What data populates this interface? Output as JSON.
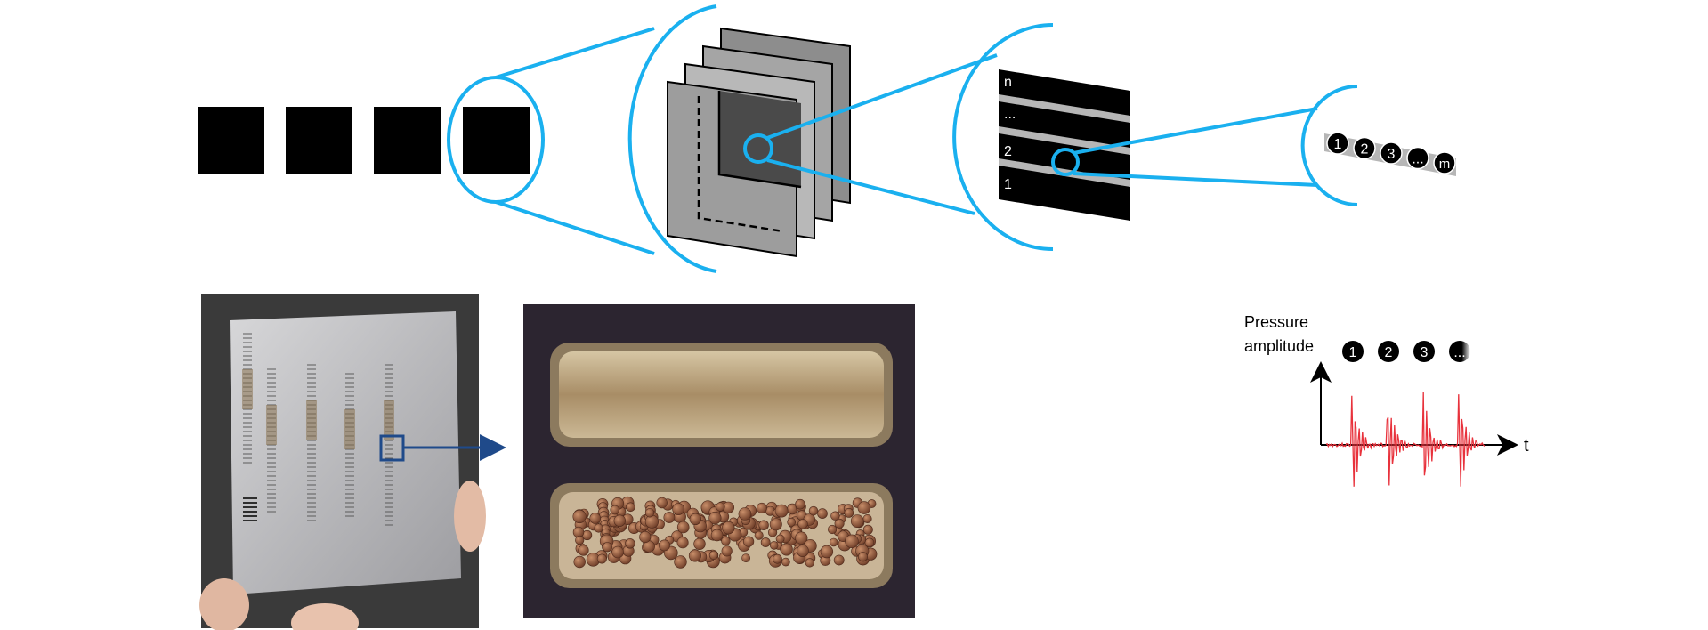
{
  "colors": {
    "accent": "#1ab0ef",
    "signal": "#e8323c",
    "arrow": "#1f4a8a",
    "photo_bg": "#2c2530",
    "plate": "#b9b9bb"
  },
  "stack_labels": {
    "top": "n",
    "ellipsis": "...",
    "second": "2",
    "first": "1"
  },
  "sequence_badges": [
    "1",
    "2",
    "3",
    "...",
    "m"
  ],
  "signal_plot": {
    "ylabel_line1": "Pressure",
    "ylabel_line2": "amplitude",
    "xlabel": "t",
    "badges": [
      "1",
      "2",
      "3",
      "..."
    ]
  },
  "photos": {
    "plate_icon": "metal-plate-photo",
    "microscope_icon": "microscope-wells-photo"
  }
}
